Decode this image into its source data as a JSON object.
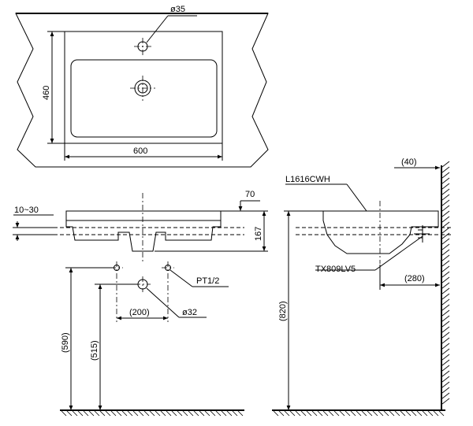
{
  "top_view": {
    "faucet_hole": "ø35",
    "width": "600",
    "depth": "460"
  },
  "front_view": {
    "counter_thickness": "10~30",
    "rim_offset": "70",
    "height": "167",
    "pipe_thread": "PT1/2",
    "drain_dia": "ø32",
    "supply_spacing": "(200)",
    "supply_height": "(590)",
    "drain_height": "(515)"
  },
  "side_view": {
    "basin_model": "L1616CWH",
    "trap_model": "TX809LV5",
    "wall_offset": "(40)",
    "trap_distance": "(280)",
    "counter_height": "(820)"
  }
}
